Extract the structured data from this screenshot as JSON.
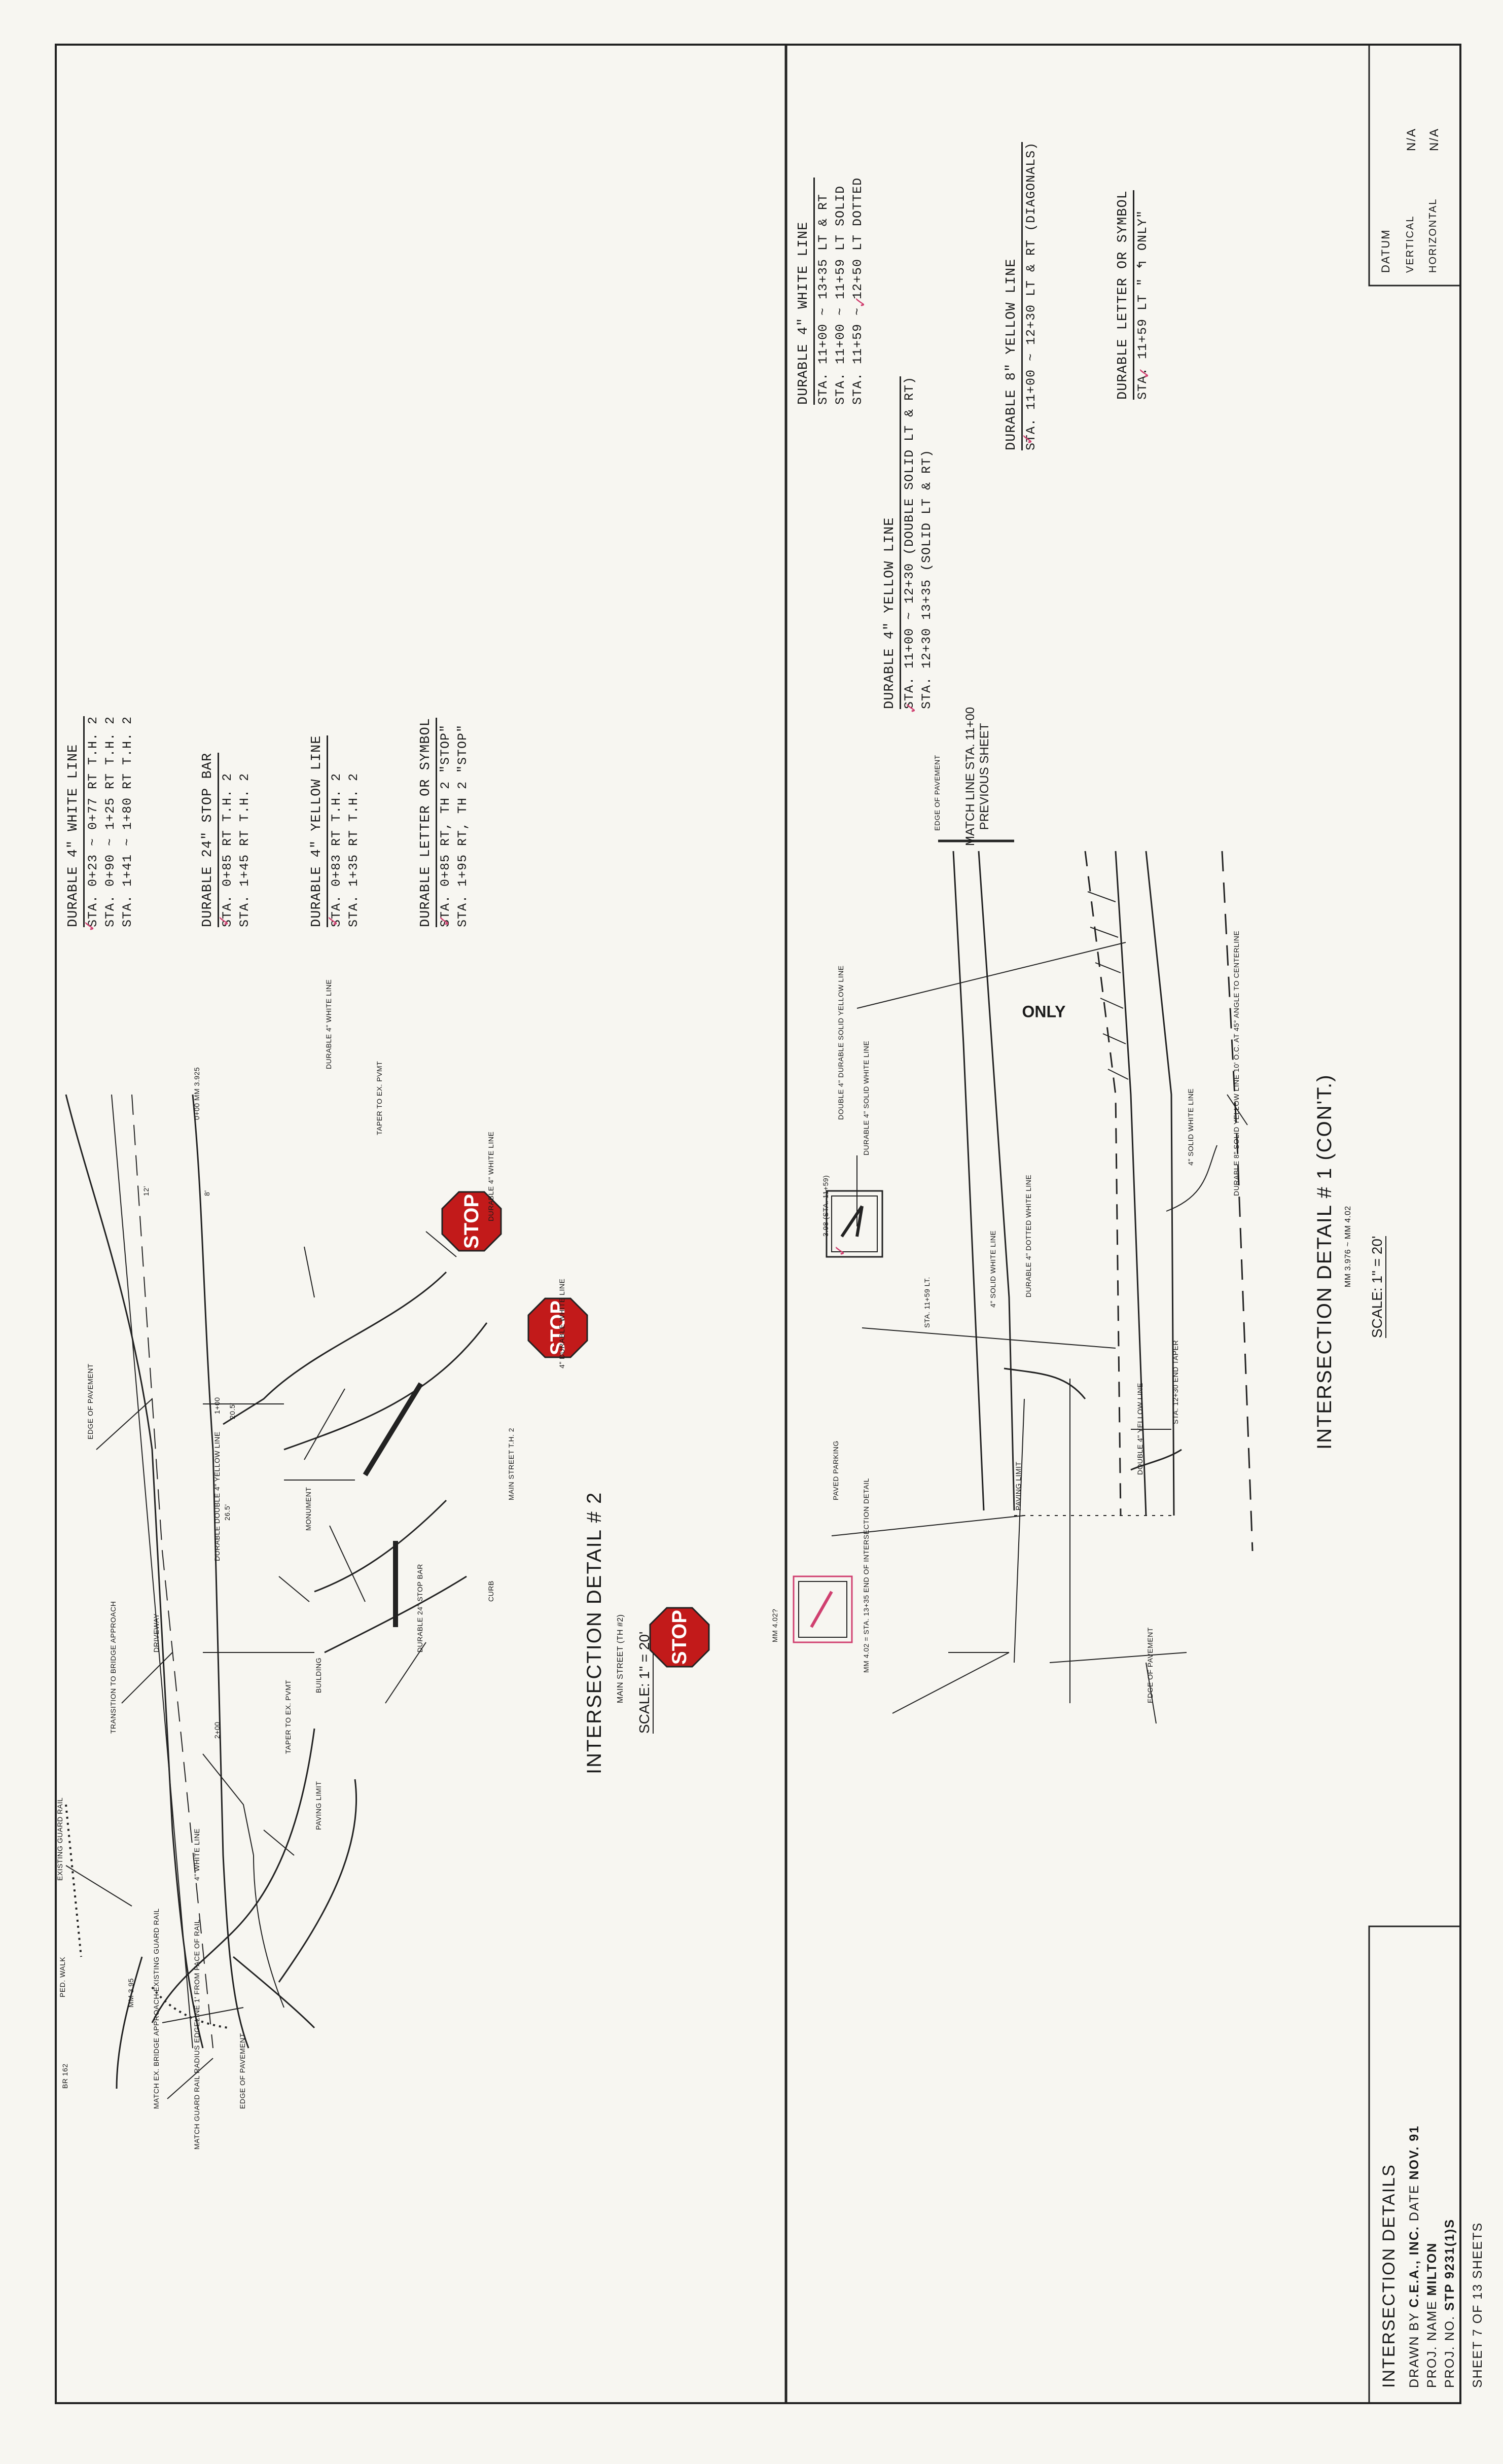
{
  "datum": {
    "title": "DATUM",
    "vertical_label": "VERTICAL",
    "vertical_value": "N/A",
    "horizontal_label": "HORIZONTAL",
    "horizontal_value": "N/A"
  },
  "detail1": {
    "notes": [
      {
        "heading": "DURABLE 4\" WHITE LINE",
        "lines": [
          "STA. 11+00 ~ 13+35 LT & RT",
          "STA. 11+00 ~ 11+59 LT    SOLID",
          "STA. 11+59 ~ 12+50 LT    DOTTED"
        ]
      },
      {
        "heading": "DURABLE 8\" YELLOW LINE",
        "lines": [
          "STA. 11+00 ~ 12+30 LT & RT    (DIAGONALS)"
        ]
      },
      {
        "heading": "DURABLE LETTER OR SYMBOL",
        "lines": [
          "STA. 11+59 LT  \" ↰ ONLY\""
        ]
      },
      {
        "heading": "DURABLE 4\" YELLOW LINE",
        "lines": [
          "STA. 11+00 ~ 12+30 (DOUBLE SOLID LT & RT)",
          "STA. 12+30    13+35 (SOLID LT & RT)"
        ]
      }
    ],
    "title": "INTERSECTION DETAIL # 1 (CON'T.)",
    "subtitle": "MM 3.976 ~ MM 4.02",
    "scale": "SCALE: 1\" = 20'",
    "labels": {
      "match_line": "MATCH LINE STA. 11+00",
      "previous_sheet": "PREVIOUS SHEET",
      "edge_of_pavement": "EDGE OF PAVEMENT",
      "double_yellow": "DOUBLE 4\" DURABLE SOLID YELLOW LINE",
      "durable_white": "DURABLE 4\" SOLID WHITE LINE",
      "sign_note": "3.98 (STA. 11+59)",
      "sta_1159": "STA. 11+59 LT.",
      "solid_white": "4\" SOLID WHITE LINE",
      "paved_parking": "PAVED PARKING",
      "paving_limit": "PAVING LIMIT",
      "durable_dotted": "DURABLE 4\" DOTTED WHITE LINE",
      "diag_note": "DURABLE 8\" SOLID YELLOW LINE 10' O.C. AT 45° ANGLE TO CENTERLINE",
      "white_4": "4\" SOLID WHITE LINE",
      "end_taper": "STA. 12+30 END TAPER",
      "double_4_yellow": "DOUBLE 4\" YELLOW LINE",
      "end_detail": "MM 4.02 = STA. 13+35 END OF INTERSECTION DETAIL",
      "mm_407": "MM 4.02?",
      "edge_pavement_2": "EDGE OF PAVEMENT",
      "only": "ONLY"
    }
  },
  "detail2": {
    "notes": [
      {
        "heading": "DURABLE 4\" WHITE LINE",
        "lines": [
          "STA. 0+23 ~ 0+77  RT  T.H. 2",
          "STA. 0+90 ~ 1+25  RT  T.H. 2",
          "STA. 1+41 ~ 1+80  RT  T.H. 2"
        ]
      },
      {
        "heading": "DURABLE 24\" STOP BAR",
        "lines": [
          "STA. 0+85 RT T.H. 2",
          "STA. 1+45 RT T.H. 2"
        ]
      },
      {
        "heading": "DURABLE 4\" YELLOW LINE",
        "lines": [
          "STA. 0+83 RT T.H. 2",
          "STA. 1+35 RT T.H. 2"
        ]
      },
      {
        "heading": "DURABLE LETTER OR SYMBOL",
        "lines": [
          "STA. 0+85 RT, TH 2  \"STOP\"",
          "STA. 1+95 RT, TH 2  \"STOP\""
        ]
      }
    ],
    "title": "INTERSECTION DETAIL # 2",
    "subtitle": "MAIN STREET (TH #2)",
    "scale": "SCALE: 1\" = 20'",
    "stop": "STOP",
    "labels": {
      "edge_of_pavement": "EDGE OF PAVEMENT",
      "transition": "TRANSITION TO BRIDGE APPROACH",
      "existing_guard": "EXISTING GUARD RAIL",
      "ped_walk": "PED. WALK",
      "br": "BR 162",
      "mm": "MM 3.95",
      "match_ex": "MATCH EX. BRIDGE APPROACH EXISTING GUARD RAIL",
      "match_guard": "MATCH GUARD RAIL RADIUS EDGELINE 1' FROM FACE OF RAIL",
      "edge_pavement_b": "EDGE OF PAVEMENT",
      "white_line": "4\" WHITE LINE",
      "driveway": "DRIVEWAY",
      "taper": "TAPER TO EX. PVMT",
      "building": "BUILDING",
      "paving_limit": "PAVING LIMIT",
      "stop_bar": "DURABLE 24\" STOP BAR",
      "double_yellow": "DURABLE DOUBLE 4\" YELLOW LINE",
      "monument": "MONUMENT",
      "main_street": "MAIN STREET T.H. 2",
      "curb": "CURB",
      "durable_white": "DURABLE 4\" WHITE LINE",
      "durable_white_b": "4\" DURABLE WHITE LINE",
      "taper_b": "TAPER TO EX. PVMT",
      "durable_white_c": "DURABLE 4\" WHITE LINE",
      "dim_12": "12'",
      "dim_8": "8'",
      "dim_205": "20.5'",
      "dim_265": "26.5'",
      "sta_000": "0+00 MM 3.925",
      "sta_100": "1+00",
      "sta_200": "2+00"
    }
  },
  "title_block": {
    "title": "INTERSECTION DETAILS",
    "drawn_by_label": "DRAWN BY",
    "drawn_by": "C.E.A., INC.",
    "date_label": "DATE",
    "date": "NOV. 91",
    "proj_name_label": "PROJ. NAME",
    "proj_name": "MILTON",
    "proj_no_label": "PROJ. NO.",
    "proj_no": "STP 9231(1)S",
    "sheet_label": "SHEET",
    "sheet": "7",
    "of_label": "OF",
    "total": "13",
    "sheets_label": "SHEETS"
  },
  "colors": {
    "ink": "#1a1a1a",
    "paper": "#f7f6f1",
    "stop_red": "#c21a1a",
    "check_mark": "#d04070"
  }
}
